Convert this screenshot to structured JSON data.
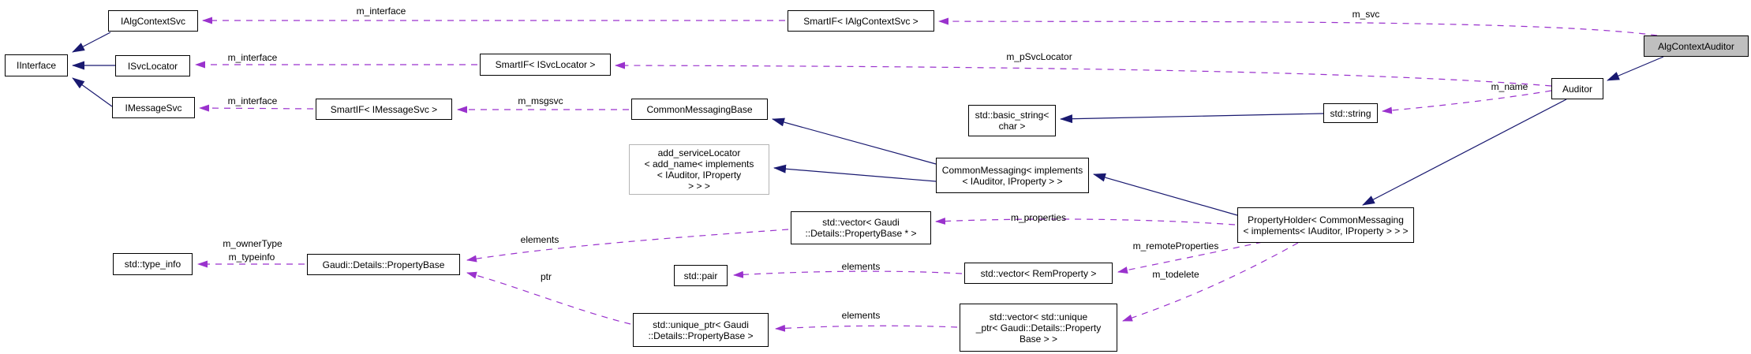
{
  "diagram": {
    "title": "AlgContextAuditor collaboration graph",
    "type": "doxygen-collaboration-graph",
    "colors": {
      "inheritance_edge": "#191970",
      "usage_edge": "#9a32cd",
      "node_border": "#000000",
      "node_background": "#ffffff",
      "highlight_node_background": "#bfbfbf",
      "muted_node_border": "#b4b4b4",
      "text": "#000000",
      "background": "#ffffff"
    },
    "nodes": [
      {
        "id": "iinterface",
        "label": "IInterface"
      },
      {
        "id": "ialgcontextsvc",
        "label": "IAlgContextSvc"
      },
      {
        "id": "isvclocator",
        "label": "ISvcLocator"
      },
      {
        "id": "imessagesvc",
        "label": "IMessageSvc"
      },
      {
        "id": "smartif-ialgcontextsvc",
        "label": "SmartIF< IAlgContextSvc >"
      },
      {
        "id": "smartif-isvclocator",
        "label": "SmartIF< ISvcLocator >"
      },
      {
        "id": "smartif-imessagesvc",
        "label": "SmartIF< IMessageSvc >"
      },
      {
        "id": "commonmessagingbase",
        "label": "CommonMessagingBase"
      },
      {
        "id": "add-servicelocator",
        "label": "add_serviceLocator\n< add_name< implements\n< IAuditor, IProperty\n> > >"
      },
      {
        "id": "basic-string",
        "label": "std::basic_string<\nchar >"
      },
      {
        "id": "commonmessaging",
        "label": "CommonMessaging< implements\n< IAuditor, IProperty > >"
      },
      {
        "id": "std-string",
        "label": "std::string"
      },
      {
        "id": "auditor",
        "label": "Auditor"
      },
      {
        "id": "algcontextauditor",
        "label": "AlgContextAuditor"
      },
      {
        "id": "propertyholder",
        "label": "PropertyHolder< CommonMessaging\n< implements< IAuditor, IProperty > > >"
      },
      {
        "id": "type-info",
        "label": "std::type_info"
      },
      {
        "id": "propertybase",
        "label": "Gaudi::Details::PropertyBase"
      },
      {
        "id": "vector-propertybase-ptr",
        "label": "std::vector< Gaudi\n::Details::PropertyBase * >"
      },
      {
        "id": "std-pair",
        "label": "std::pair"
      },
      {
        "id": "vector-remproperty",
        "label": "std::vector< RemProperty >"
      },
      {
        "id": "unique-ptr-propertybase",
        "label": "std::unique_ptr< Gaudi\n::Details::PropertyBase >"
      },
      {
        "id": "vector-unique-ptr",
        "label": "std::vector< std::unique\n_ptr< Gaudi::Details::Property\nBase > >"
      }
    ],
    "edge_labels": [
      {
        "id": "m-interface-top",
        "text": "m_interface"
      },
      {
        "id": "m-svc",
        "text": "m_svc"
      },
      {
        "id": "m-interface-mid",
        "text": "m_interface"
      },
      {
        "id": "m-psvclocator",
        "text": "m_pSvcLocator"
      },
      {
        "id": "m-interface-bot",
        "text": "m_interface"
      },
      {
        "id": "m-msgsvc",
        "text": "m_msgsvc"
      },
      {
        "id": "m-name",
        "text": "m_name"
      },
      {
        "id": "m-properties",
        "text": "m_properties"
      },
      {
        "id": "m-remoteproperties",
        "text": "m_remoteProperties"
      },
      {
        "id": "m-todelete",
        "text": "m_todelete"
      },
      {
        "id": "elements-left",
        "text": "elements"
      },
      {
        "id": "ptr",
        "text": "ptr"
      },
      {
        "id": "elements-mid",
        "text": "elements"
      },
      {
        "id": "elements-bottom",
        "text": "elements"
      },
      {
        "id": "m-ownertype",
        "text": "m_ownerType"
      },
      {
        "id": "m-typeinfo",
        "text": "m_typeinfo"
      }
    ]
  }
}
